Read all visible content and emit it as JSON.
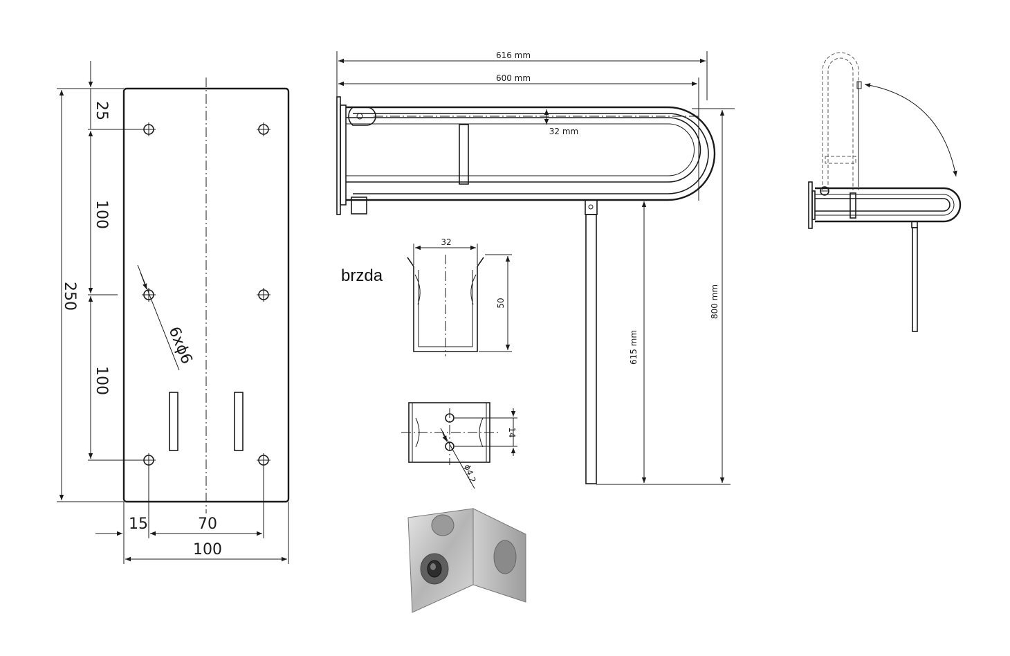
{
  "plate": {
    "dim_top": "25",
    "dim_upper": "100",
    "dim_height": "250",
    "dim_lower": "100",
    "dim_holes": "6xϕ6",
    "dim_edge": "15",
    "dim_spacing": "70",
    "dim_width": "100"
  },
  "side_view": {
    "dim_overall": "616 mm",
    "dim_length": "600 mm",
    "dim_tube": "32 mm",
    "dim_height": "800 mm",
    "dim_leg": "615 mm"
  },
  "brake": {
    "label": "brzda",
    "dim_width": "32",
    "dim_height": "50",
    "dim_holes_spacing": "14",
    "dim_hole_dia": "ϕ4,2"
  },
  "icons": {
    "rotation_arrow": "curved-arrow-icon",
    "photo": "brake-bracket-photo"
  },
  "colors": {
    "line": "#1a1a1a",
    "steel": "#b9b9b9"
  }
}
